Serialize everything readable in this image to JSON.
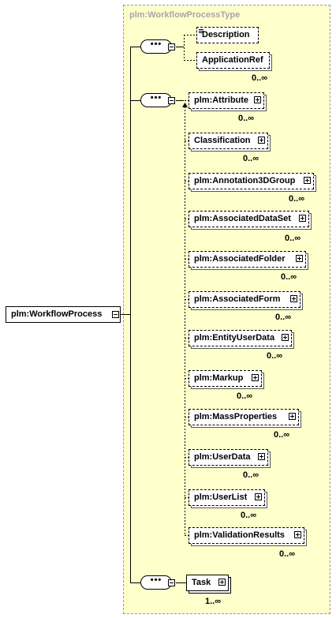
{
  "complex_type": {
    "name": "plm:WorkflowProcessType"
  },
  "root": {
    "name": "plm:WorkflowProcess"
  },
  "sequences": [
    {
      "symbol": "•••",
      "role": "sequence"
    },
    {
      "symbol": "•••",
      "role": "sequence"
    },
    {
      "symbol": "•••",
      "role": "sequence"
    }
  ],
  "elements": [
    {
      "name": "Description",
      "occurrence": ""
    },
    {
      "name": "ApplicationRef",
      "occurrence": "0..∞"
    },
    {
      "name": "plm:Attribute",
      "occurrence": "0..∞"
    },
    {
      "name": "Classification",
      "occurrence": "0..∞"
    },
    {
      "name": "plm:Annotation3DGroup",
      "occurrence": "0..∞"
    },
    {
      "name": "plm:AssociatedDataSet",
      "occurrence": "0..∞"
    },
    {
      "name": "plm:AssociatedFolder",
      "occurrence": "0..∞"
    },
    {
      "name": "plm:AssociatedForm",
      "occurrence": "0..∞"
    },
    {
      "name": "plm:EntityUserData",
      "occurrence": "0..∞"
    },
    {
      "name": "plm:Markup",
      "occurrence": "0..∞"
    },
    {
      "name": "plm:MassProperties",
      "occurrence": "0..∞"
    },
    {
      "name": "plm:UserData",
      "occurrence": "0..∞"
    },
    {
      "name": "plm:UserList",
      "occurrence": "0..∞"
    },
    {
      "name": "plm:ValidationResults",
      "occurrence": "0..∞"
    },
    {
      "name": "Task",
      "occurrence": "1..∞"
    }
  ]
}
